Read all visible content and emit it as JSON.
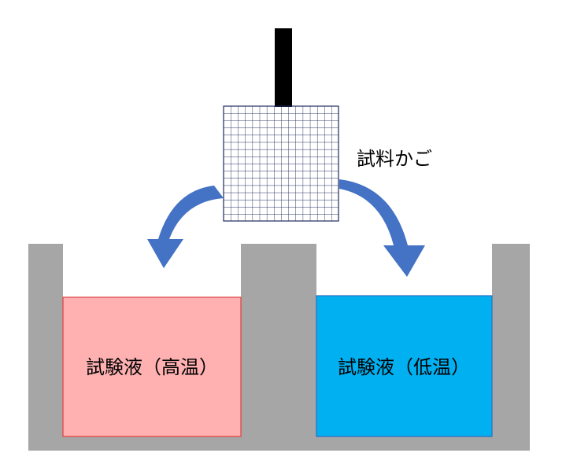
{
  "labels": {
    "basket": "試料かご",
    "high_temp_bath": "試験液（高温）",
    "low_temp_bath": "試験液（低温）"
  },
  "colors": {
    "tank": "#a6a6a6",
    "high_liquid_fill": "#ffb1b1",
    "high_liquid_border": "#e0403f",
    "low_liquid_fill": "#00b0f0",
    "low_liquid_border": "#2f6fbf",
    "arrow": "#4472c4",
    "basket_mesh": "#1f2a5c",
    "rod": "#000000"
  }
}
